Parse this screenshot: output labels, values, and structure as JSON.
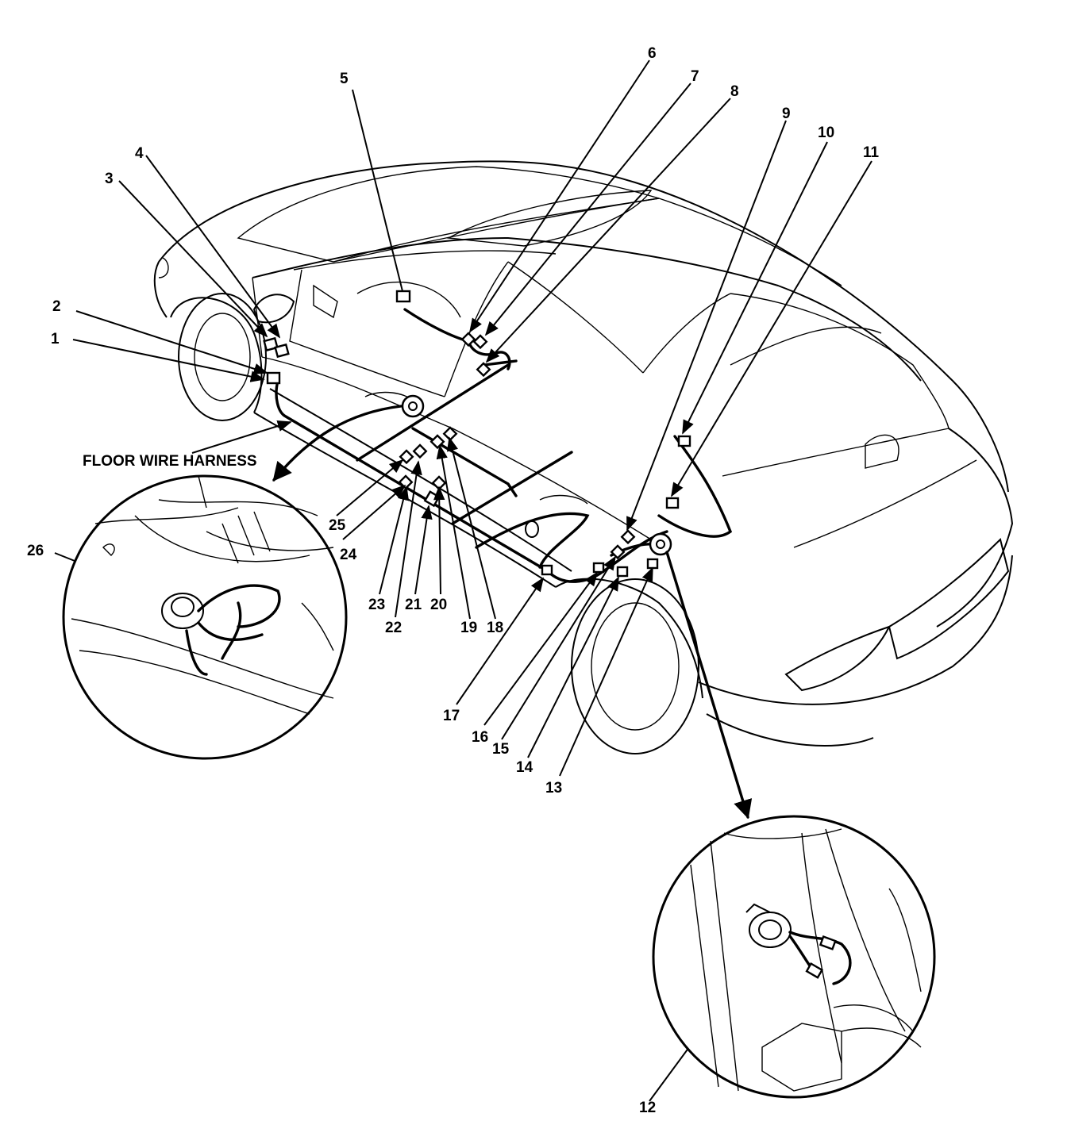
{
  "diagram": {
    "harness_label": "FLOOR WIRE HARNESS",
    "callouts": [
      "1",
      "2",
      "3",
      "4",
      "5",
      "6",
      "7",
      "8",
      "9",
      "10",
      "11",
      "12",
      "13",
      "14",
      "15",
      "16",
      "17",
      "18",
      "19",
      "20",
      "21",
      "22",
      "23",
      "24",
      "25",
      "26"
    ]
  }
}
